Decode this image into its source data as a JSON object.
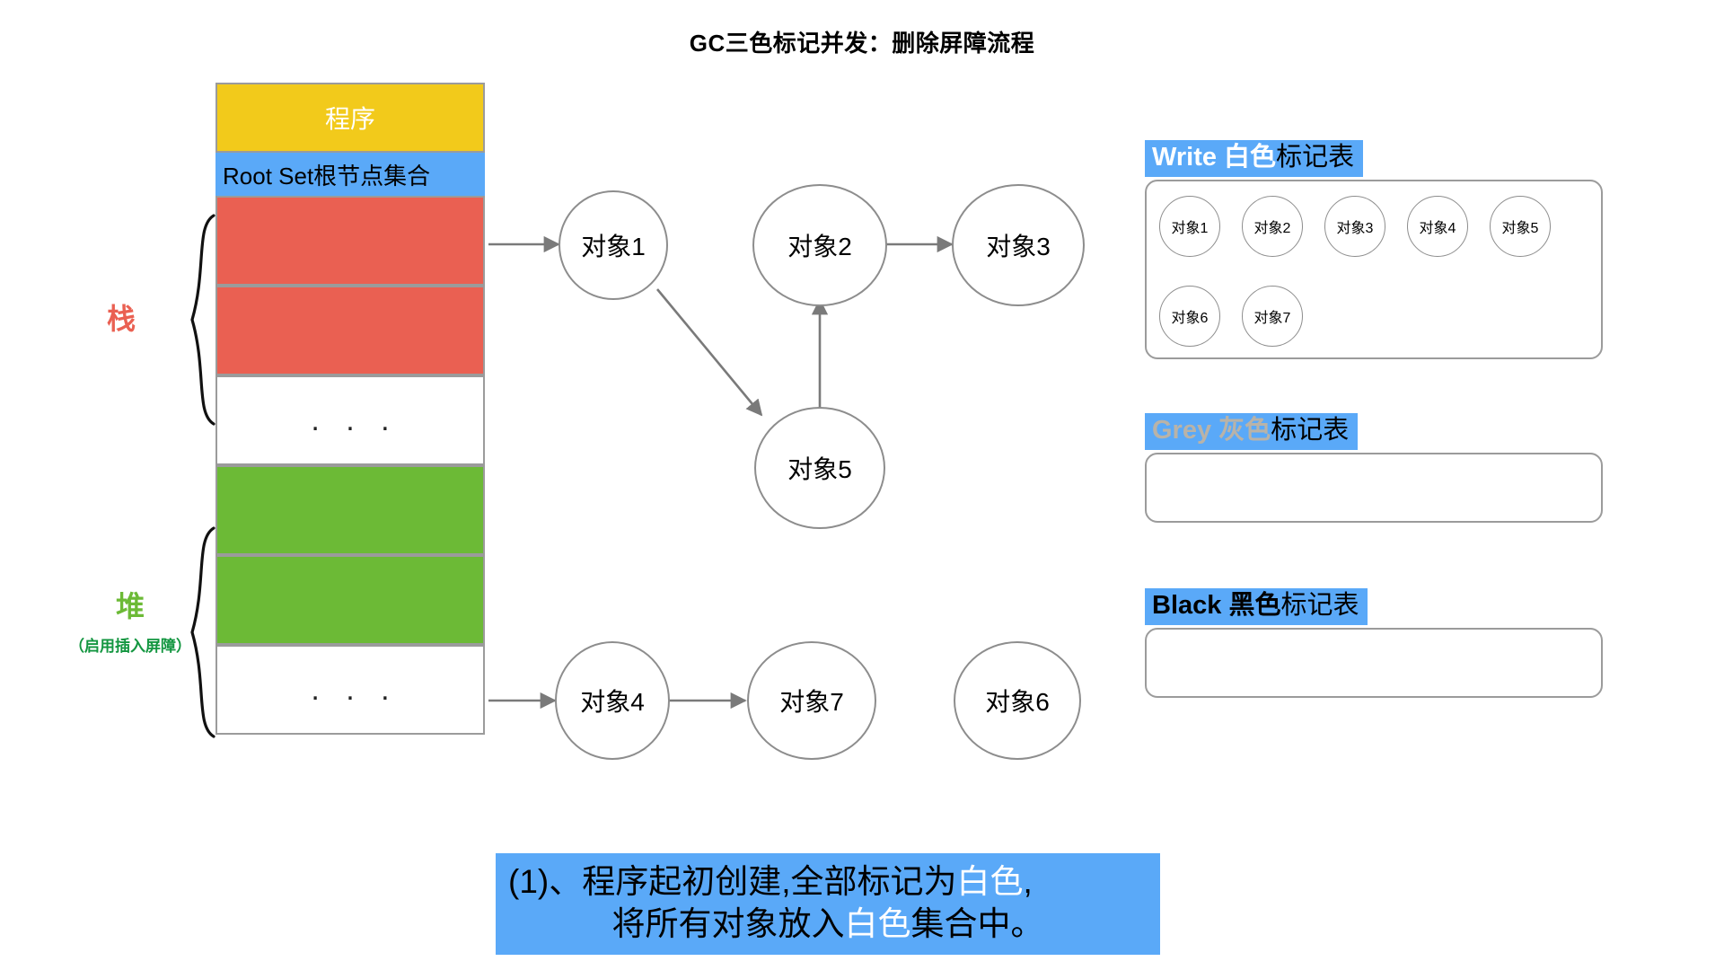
{
  "title": "GC三色标记并发：删除屏障流程",
  "memory": {
    "program_label": "程序",
    "rootset_label": "Root Set根节点集合",
    "ellipsis": ". . .",
    "stack_label": "栈",
    "heap_label": "堆",
    "heap_sublabel": "（启用插入屏障）"
  },
  "graph": {
    "nodes": [
      {
        "id": "obj1",
        "label": "对象1"
      },
      {
        "id": "obj2",
        "label": "对象2"
      },
      {
        "id": "obj3",
        "label": "对象3"
      },
      {
        "id": "obj5",
        "label": "对象5"
      },
      {
        "id": "obj4",
        "label": "对象4"
      },
      {
        "id": "obj7",
        "label": "对象7"
      },
      {
        "id": "obj6",
        "label": "对象6"
      }
    ],
    "edges": [
      {
        "from": "root-stack",
        "to": "obj1"
      },
      {
        "from": "obj1",
        "to": "obj5"
      },
      {
        "from": "obj5",
        "to": "obj2"
      },
      {
        "from": "obj2",
        "to": "obj3"
      },
      {
        "from": "heap-cell",
        "to": "obj4"
      },
      {
        "from": "obj4",
        "to": "obj7"
      }
    ]
  },
  "mark_tables": [
    {
      "id": "white",
      "header_en": "Write ",
      "header_cn": "白色",
      "header_tail": "标记表",
      "items": [
        "对象1",
        "对象2",
        "对象3",
        "对象4",
        "对象5",
        "对象6",
        "对象7"
      ]
    },
    {
      "id": "grey",
      "header_en": "Grey ",
      "header_cn": "灰色",
      "header_tail": "标记表",
      "items": []
    },
    {
      "id": "black",
      "header_en": "Black ",
      "header_cn": "黑色",
      "header_tail": "标记表",
      "items": []
    }
  ],
  "caption": {
    "line1_a": "(1)、程序起初创建,全部标记为",
    "line1_hl": "白色",
    "line1_b": ",",
    "line2_a": "将所有对象放入",
    "line2_hl": "白色",
    "line2_b": "集合中。"
  },
  "colors": {
    "accent_blue": "#5aa9f8",
    "program_yellow": "#f2ca1b",
    "stack_red": "#ea6052",
    "heap_green": "#6cba36",
    "heap_sub_green": "#139640",
    "border_gray": "#9b9b9b",
    "node_border": "#8d8d8d",
    "grey_text": "#b9b3a8"
  }
}
